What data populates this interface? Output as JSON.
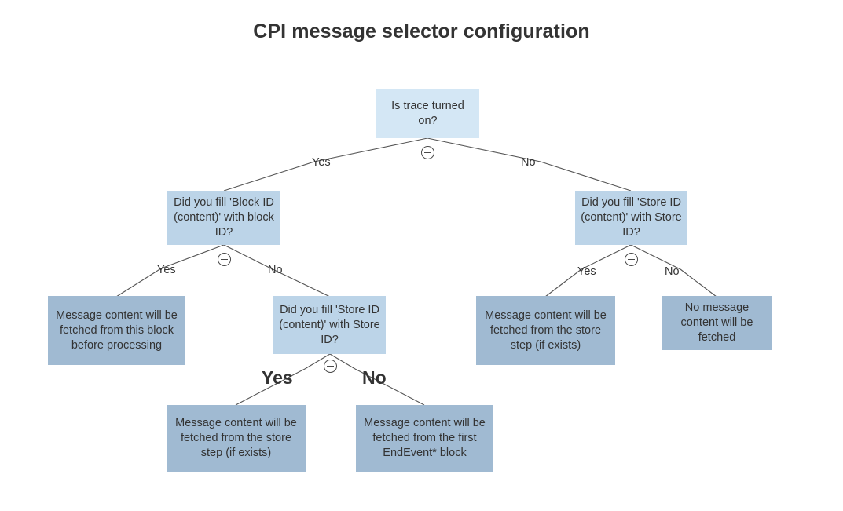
{
  "title": "CPI message selector configuration",
  "colors": {
    "background": "#ffffff",
    "root_fill": "#d4e7f5",
    "decision_fill": "#bcd4e8",
    "leaf_fill": "#a0bad2",
    "text": "#333333",
    "edge_line": "#555555"
  },
  "chart_data": {
    "type": "diagram",
    "subtype": "decision-tree",
    "title": "CPI message selector configuration",
    "nodes": [
      {
        "id": "n0",
        "kind": "root",
        "label": "Is trace turned on?"
      },
      {
        "id": "n1",
        "kind": "decision",
        "label": "Did you fill 'Block ID (content)' with block ID?"
      },
      {
        "id": "n2",
        "kind": "decision",
        "label": "Did you fill 'Store ID (content)' with Store ID?"
      },
      {
        "id": "n3",
        "kind": "leaf",
        "label": "Message content will be fetched from this block before processing"
      },
      {
        "id": "n4",
        "kind": "decision",
        "label": "Did you fill 'Store ID (content)' with Store ID?"
      },
      {
        "id": "n5",
        "kind": "leaf",
        "label": "Message content will be fetched from the store step (if exists)"
      },
      {
        "id": "n6",
        "kind": "leaf",
        "label": "No message content will be fetched"
      },
      {
        "id": "n7",
        "kind": "leaf",
        "label": "Message content will be fetched from the store step (if exists)"
      },
      {
        "id": "n8",
        "kind": "leaf",
        "label": "Message content will be fetched from the first EndEvent* block"
      }
    ],
    "edges": [
      {
        "from": "n0",
        "to": "n1",
        "label": "Yes"
      },
      {
        "from": "n0",
        "to": "n2",
        "label": "No"
      },
      {
        "from": "n1",
        "to": "n3",
        "label": "Yes"
      },
      {
        "from": "n1",
        "to": "n4",
        "label": "No"
      },
      {
        "from": "n2",
        "to": "n5",
        "label": "Yes"
      },
      {
        "from": "n2",
        "to": "n6",
        "label": "No"
      },
      {
        "from": "n4",
        "to": "n7",
        "label": "Yes"
      },
      {
        "from": "n4",
        "to": "n8",
        "label": "No"
      }
    ],
    "collapse_toggles": [
      "n0",
      "n1",
      "n2",
      "n4"
    ]
  },
  "nodes": {
    "root": {
      "label": "Is trace turned on?"
    },
    "block_id_question": {
      "label": "Did you fill 'Block ID (content)' with block ID?"
    },
    "store_id_question_right": {
      "label": "Did you fill 'Store ID (content)' with Store ID?"
    },
    "this_block_result": {
      "label": "Message content will be fetched from this block before processing"
    },
    "store_id_question_mid": {
      "label": "Did you fill 'Store ID (content)' with Store ID?"
    },
    "store_step_result_right": {
      "label": "Message content will be fetched from the store step (if exists)"
    },
    "no_content_result": {
      "label": "No message content will be fetched"
    },
    "store_step_result_bottom": {
      "label": "Message content will be fetched from the store step (if exists)"
    },
    "endevent_result": {
      "label": "Message content will be fetched from the first EndEvent* block"
    }
  },
  "edge_labels": {
    "root_yes": "Yes",
    "root_no": "No",
    "block_yes": "Yes",
    "block_no": "No",
    "right_yes": "Yes",
    "right_no": "No",
    "bottom_yes": "Yes",
    "bottom_no": "No"
  }
}
